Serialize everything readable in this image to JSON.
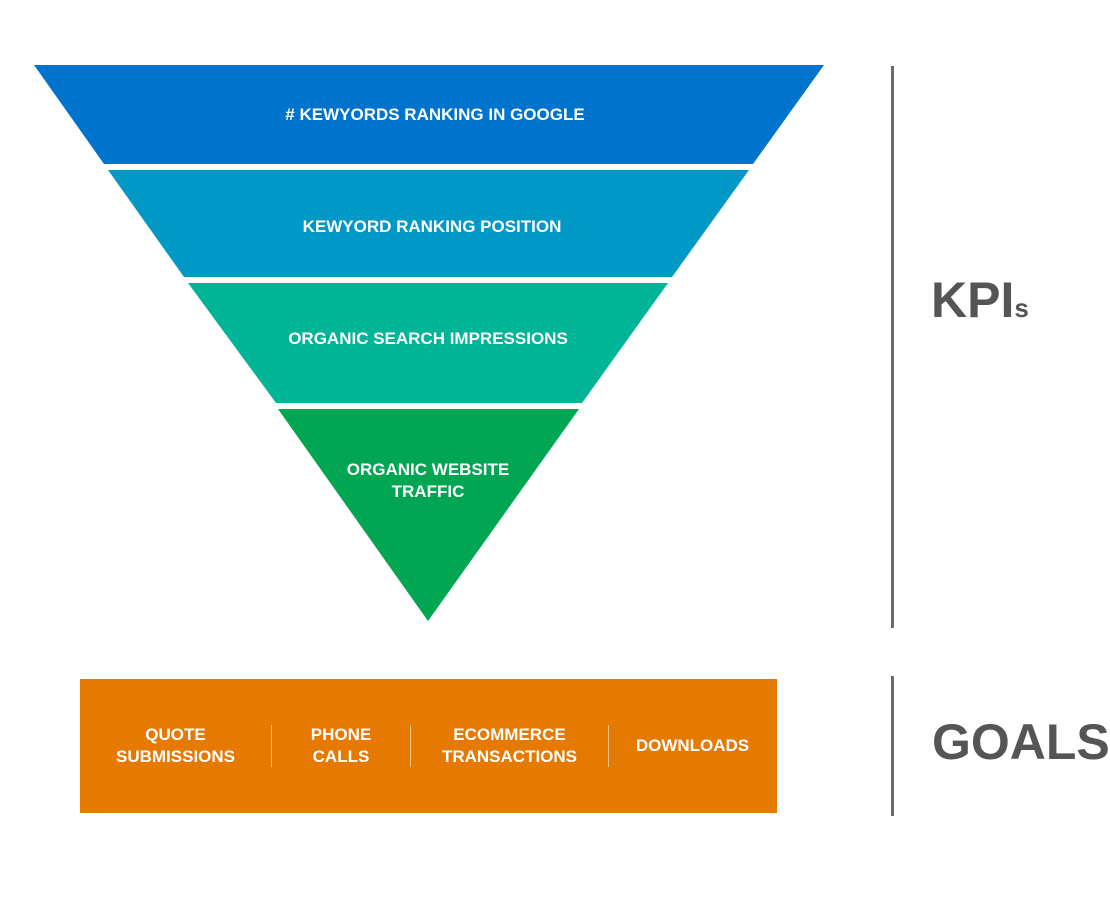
{
  "funnel": {
    "levels": [
      {
        "label": "# KEWYORDS RANKING IN GOOGLE",
        "color": "#0073cc"
      },
      {
        "label": "KEWYORD RANKING POSITION",
        "color": "#0098c4"
      },
      {
        "label": "ORGANIC SEARCH IMPRESSIONS",
        "color": "#00b496"
      },
      {
        "label": "ORGANIC WEBSITE\nTRAFFIC",
        "color": "#00a651"
      }
    ]
  },
  "kpi": {
    "main": "KPI",
    "suffix": "s"
  },
  "goals": {
    "title": "GOALS",
    "color": "#e67a00",
    "items": [
      "QUOTE\nSUBMISSIONS",
      "PHONE\nCALLS",
      "ECOMMERCE\nTRANSACTIONS",
      "DOWNLOADS"
    ]
  },
  "colors": {
    "divider": "#6b6b6b",
    "side_label": "#555555"
  }
}
